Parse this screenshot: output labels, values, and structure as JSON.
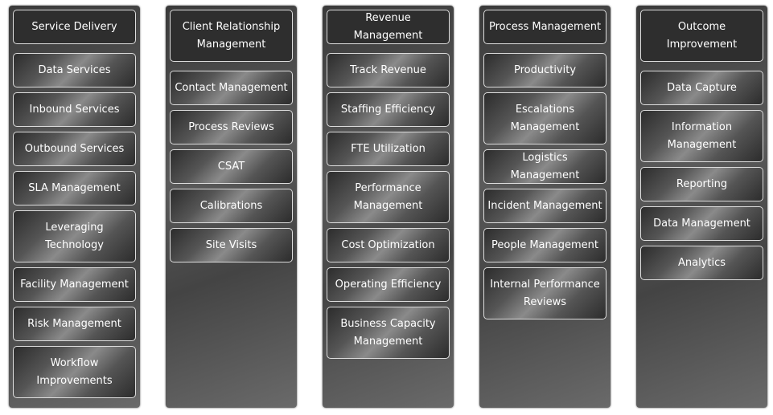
{
  "columns": [
    {
      "title": "Service Delivery",
      "items": [
        "Data Services",
        "Inbound Services",
        "Outbound Services",
        "SLA Management",
        "Leveraging Technology",
        "Facility Management",
        "Risk Management",
        "Workflow Improvements"
      ]
    },
    {
      "title": "Client Relationship Management",
      "items": [
        "Contact Management",
        "Process Reviews",
        "CSAT",
        "Calibrations",
        "Site Visits"
      ]
    },
    {
      "title": "Revenue Management",
      "items": [
        "Track Revenue",
        "Staffing Efficiency",
        "FTE Utilization",
        "Performance Management",
        "Cost Optimization",
        "Operating Efficiency",
        "Business Capacity Management"
      ]
    },
    {
      "title": "Process Management",
      "items": [
        "Productivity",
        "Escalations Management",
        "Logistics Management",
        "Incident Management",
        "People Management",
        "Internal Performance Reviews"
      ]
    },
    {
      "title": "Outcome Improvement",
      "items": [
        "Data Capture",
        "Information Management",
        "Reporting",
        "Data Management",
        "Analytics"
      ]
    }
  ]
}
